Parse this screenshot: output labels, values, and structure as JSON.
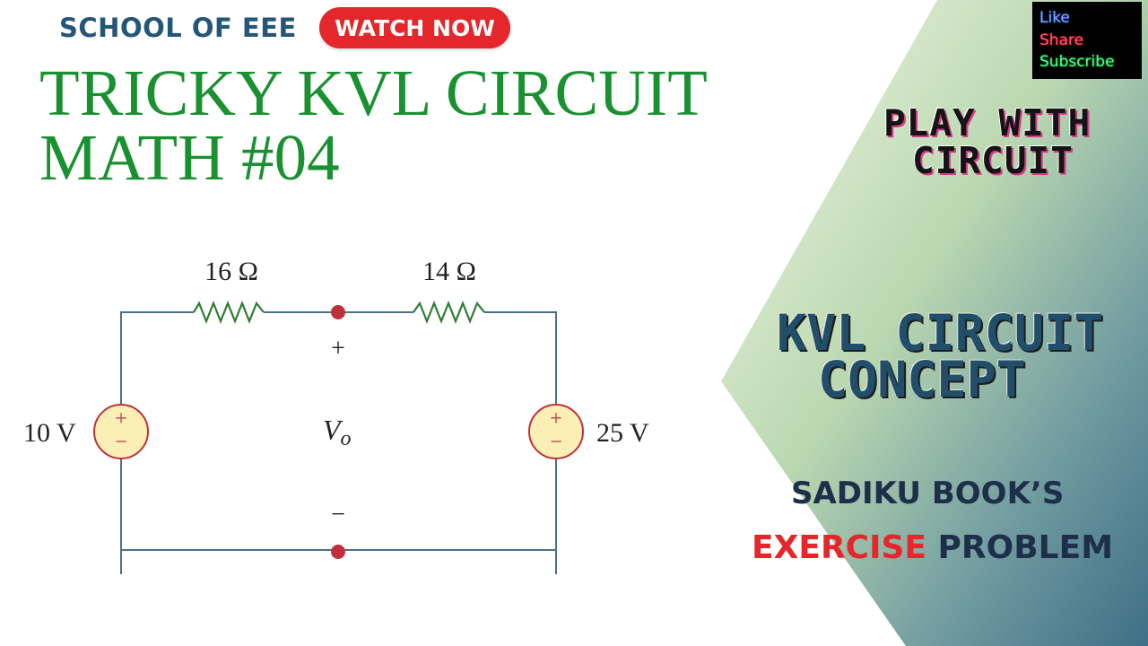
{
  "header": {
    "brand": "SCHOOL OF EEE",
    "watch_button": "WATCH NOW"
  },
  "title": {
    "line1": "TRICKY KVL CIRCUIT",
    "line2": "MATH #04"
  },
  "social_badge": {
    "like": "Like",
    "share": "Share",
    "subscribe": "Subscribe"
  },
  "right_panel": {
    "play_line1": "PLAY WITH",
    "play_line2": "CIRCUIT",
    "kvl_line1": "KVL CIRCUIT",
    "kvl_line2": "CONCEPT",
    "sadiku": "SADIKU BOOK’S",
    "exercise_red": "EXERCISE",
    "exercise_rest": " PROBLEM"
  },
  "circuit": {
    "resistor_left": "16 Ω",
    "resistor_right": "14 Ω",
    "source_left": "10 V",
    "source_right": "25 V",
    "output_label": "V",
    "output_subscript": "o",
    "plus_sign": "+",
    "minus_sign": "−",
    "src_plus": "+",
    "src_minus": "−"
  },
  "colors": {
    "title_green": "#1a9130",
    "brand_blue": "#245679",
    "accent_red": "#e5262a",
    "wire_blue": "#4a6f8f",
    "resistor_green": "#2e7d32",
    "node_red": "#c0303a",
    "source_fill": "#fbefb5"
  }
}
